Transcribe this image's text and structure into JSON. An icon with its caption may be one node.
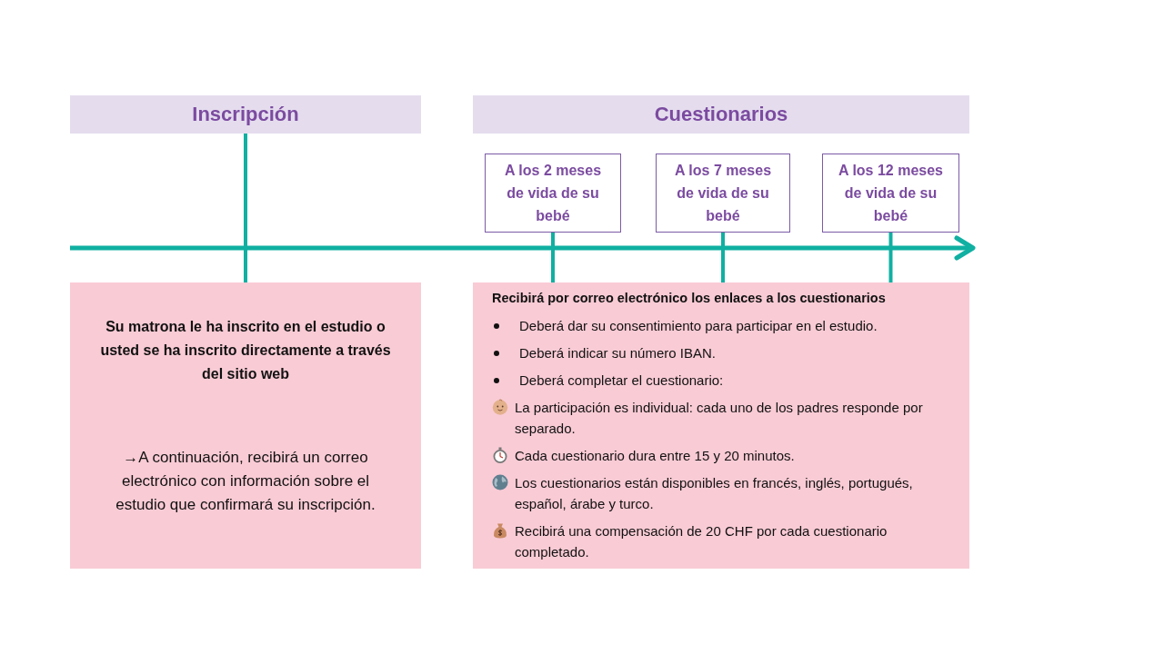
{
  "diagram": {
    "nodes": [
      {
        "text": [
          "Inscripción"
        ]
      },
      {
        "text": [
          "Cuestionarios"
        ]
      },
      {
        "text": [
          "A los 2 meses de vida de su bebé"
        ]
      },
      {
        "text": [
          "A los 7 meses de vida de su bebé"
        ]
      },
      {
        "text": [
          "A los 12 meses de vida de su bebé"
        ]
      },
      {
        "text": [
          "Su matrona le ha inscrito en el estudio o usted se ha inscrito directamente a través del sitio web",
          "→A continuación, recibirá un correo electrónico con información sobre el estudio que confirmará su inscripción."
        ]
      },
      {
        "text": [
          "Recibirá por correo electrónico los enlaces a los cuestionarios",
          "Deberá dar su consentimiento para participar en el estudio.",
          "Deberá indicar su número IBAN.",
          "Deberá completar el cuestionario:",
          "La participación es individual: cada uno de los padres responde por separado.",
          "Cada cuestionario dura entre 15 y 20 minutos.",
          "Los cuestionarios están disponibles en francés, inglés, portugués, español, árabe y turco.",
          "Recibirá una compensación de 20 CHF por cada cuestionario completado."
        ]
      }
    ],
    "edges": [
      {
        "from": 0,
        "to": 5,
        "arrow": "none"
      },
      {
        "from": 2,
        "to": 6,
        "arrow": "none"
      },
      {
        "from": 3,
        "to": 6,
        "arrow": "none"
      },
      {
        "from": 4,
        "to": 6,
        "arrow": "none"
      }
    ]
  }
}
